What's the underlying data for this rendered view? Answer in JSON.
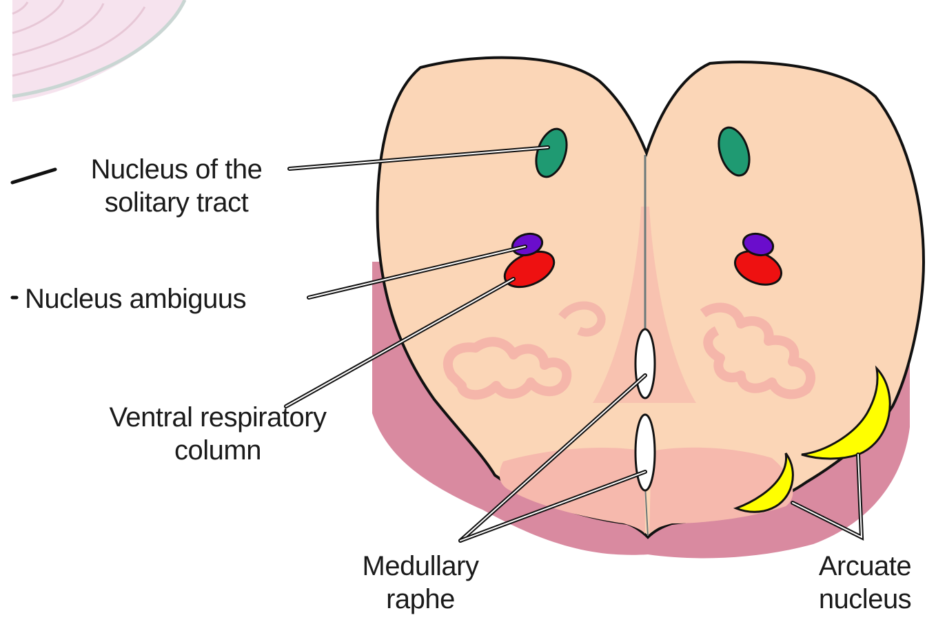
{
  "labels": {
    "solitary": {
      "line1": "Nucleus of the",
      "line2": "solitary tract"
    },
    "ambiguus": {
      "line1": "Nucleus ambiguus"
    },
    "ventral": {
      "line1": "Ventral respiratory",
      "line2": "column"
    },
    "raphe": {
      "line1": "Medullary",
      "line2": "raphe"
    },
    "arcuate": {
      "line1": "Arcuate",
      "line2": "nucleus"
    }
  },
  "colors": {
    "tissue": "#fbd6b7",
    "tissue_outline": "#111111",
    "pyramid_shadow": "#d98aa0",
    "olive_pink": "#f6b9ad",
    "nucleus_solitary": "#1f9a72",
    "nucleus_ambiguus": "#6a0dcc",
    "ventral_respiratory": "#ee1111",
    "raphe_nuclei": "#ffffff",
    "arcuate": "#ffff00"
  }
}
